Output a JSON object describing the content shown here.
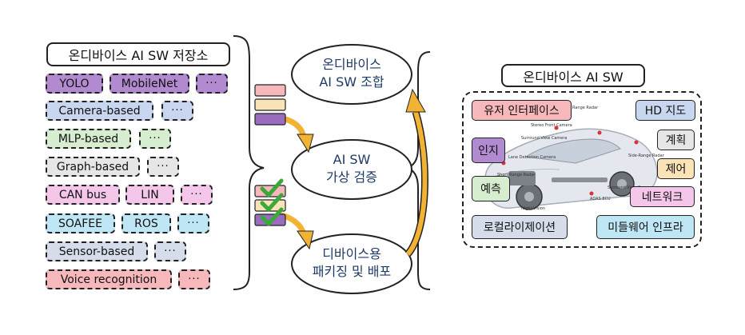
{
  "left": {
    "title": "온디바이스 AI SW 저장소",
    "rows": [
      {
        "items": [
          {
            "label": "YOLO",
            "color": "#b28ad0"
          },
          {
            "label": "MobileNet",
            "color": "#b28ad0"
          },
          {
            "label": "···",
            "color": "#b28ad0"
          }
        ]
      },
      {
        "items": [
          {
            "label": "Camera-based",
            "color": "#c9d6ef"
          },
          {
            "label": "···",
            "color": "#c9d6ef"
          }
        ]
      },
      {
        "items": [
          {
            "label": "MLP-based",
            "color": "#d6edcf"
          },
          {
            "label": "···",
            "color": "#d6edcf"
          }
        ]
      },
      {
        "items": [
          {
            "label": "Graph-based",
            "color": "#e6e6e6"
          },
          {
            "label": "···",
            "color": "#e6e6e6"
          }
        ]
      },
      {
        "items": [
          {
            "label": "CAN bus",
            "color": "#f4c6e9"
          },
          {
            "label": "LIN",
            "color": "#f4c6e9"
          },
          {
            "label": "···",
            "color": "#f4c6e9"
          }
        ]
      },
      {
        "items": [
          {
            "label": "SOAFEE",
            "color": "#bfe6f5"
          },
          {
            "label": "ROS",
            "color": "#bfe6f5"
          },
          {
            "label": "···",
            "color": "#bfe6f5"
          }
        ]
      },
      {
        "items": [
          {
            "label": "Sensor-based",
            "color": "#d5ddeb"
          },
          {
            "label": "···",
            "color": "#d5ddeb"
          }
        ]
      },
      {
        "items": [
          {
            "label": "Voice recognition",
            "color": "#f6b8ba"
          },
          {
            "label": "···",
            "color": "#f6b8ba"
          }
        ]
      }
    ]
  },
  "center": {
    "steps": [
      {
        "line1": "온디바이스",
        "line2": "AI SW 조합"
      },
      {
        "line1": "AI SW",
        "line2": "가상 검증"
      },
      {
        "line1": "디바이스용",
        "line2": "패키징 및 배포"
      }
    ]
  },
  "right": {
    "title": "온디바이스 AI SW",
    "modules": {
      "ui": {
        "label": "유저 인터페이스",
        "color": "#f6b8ba"
      },
      "hd_map": {
        "label": "HD 지도",
        "color": "#c9d6ef"
      },
      "perception": {
        "label": "인지",
        "color": "#b28ad0"
      },
      "planning": {
        "label": "계획",
        "color": "#e6e6e6"
      },
      "control": {
        "label": "제어",
        "color": "#fbe3b8"
      },
      "prediction": {
        "label": "예측",
        "color": "#d6edcf"
      },
      "network": {
        "label": "네트워크",
        "color": "#f4c6e9"
      },
      "localization": {
        "label": "로컬라이제이션",
        "color": "#d5ddeb"
      },
      "middleware": {
        "label": "미들웨어 인프라",
        "color": "#bfe6f5"
      }
    },
    "car_labels": [
      "Range Radar",
      "Stereo Front Camera",
      "Surround View Camera",
      "Side-Range Radar",
      "Short-Range Radar",
      "Night Vision",
      "ADAS ECU",
      "Surround View Camera",
      "Lane Detection Camera"
    ]
  },
  "colors": {
    "arrow_fill": "#f2b233",
    "check": "#3aa83a",
    "ellipse_text": "#1d3a66"
  }
}
